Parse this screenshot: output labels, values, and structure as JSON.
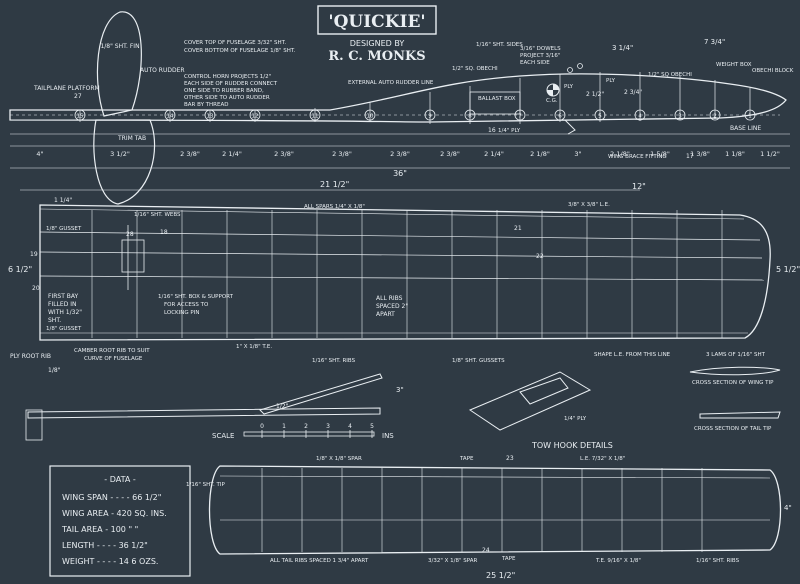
{
  "title": {
    "name": "'QUICKIE'",
    "designed_by": "DESIGNED BY",
    "designer": "R. C. MONKS"
  },
  "fuselage": {
    "fin": "1/8\" SHT. FIN",
    "auto_rudder": "AUTO RUDDER",
    "tailplane_platform": "TAILPLANE PLATFORM",
    "trim_tab": "TRIM TAB",
    "cover_note_1": "COVER TOP OF FUSELAGE 3/32\" SHT.",
    "cover_note_2": "COVER BOTTOM OF FUSELAGE 1/8\" SHT.",
    "horn_note_1": "CONTROL HORN PROJECTS 1/2\"",
    "horn_note_2": "EACH SIDE OF RUDDER CONNECT",
    "horn_note_3": "ONE SIDE TO RUBBER BAND,",
    "horn_note_4": "OTHER SIDE TO AUTO RUDDER",
    "horn_note_5": "BAR BY THREAD",
    "ext_rudder_line": "EXTERNAL AUTO RUDDER LINE",
    "sides": "1/16\" SHT. SIDES",
    "dowels_1": "3/16\" DOWELS",
    "dowels_2": "PROJECT 3/16\"",
    "dowels_3": "EACH SIDE",
    "sq_obechi": "1/2\" SQ. OBECHI",
    "ballast_box": "BALLAST BOX",
    "cg": "C.G.",
    "ply_1": "PLY",
    "ply_2": "PLY",
    "obechi_r": "1/2\" SQ OBECHI",
    "weight_box": "WEIGHT BOX",
    "obechi_block": "OBECHI BLOCK",
    "base_line": "BASE LINE",
    "ply_16": "16",
    "ply_16_label": "1/4\" PLY",
    "wing_brace": "WING BRACE FITTING",
    "wing_brace_num": "17",
    "platform_num": "27",
    "stations": [
      "15",
      "14",
      "13",
      "12",
      "11",
      "10",
      "9",
      "8",
      "7",
      "6",
      "5",
      "4",
      "3",
      "2",
      "1"
    ],
    "dims": [
      "4\"",
      "3 1/2\"",
      "2 3/8\"",
      "2 1/4\"",
      "2 3/8\"",
      "2 3/8\"",
      "2 3/8\"",
      "2 3/8\"",
      "2 1/4\"",
      "2 1/8\"",
      "3\"",
      "2 1/8\"",
      "1 5/8\"",
      "1 3/8\"",
      "1 1/8\"",
      "1 1/2\""
    ],
    "total_len": "36\"",
    "dim_3_4": "3 1/4\"",
    "dim_7_3_4": "7 3/4\"",
    "dim_2_1_2": "2 1/2\"",
    "dim_2_3_4": "2 3/4\""
  },
  "wing": {
    "half_span": "21 1/2\"",
    "tip_span": "12\"",
    "tip_dim": "1 1/4\"",
    "gusset": "1/8\" GUSSET",
    "webs": "1/16\" SHT. WEBS",
    "spars": "ALL SPARS 1/4\" X 1/8\"",
    "le": "3/8\" X 3/8\" L.E.",
    "first_bay_1": "FIRST BAY",
    "first_bay_2": "FILLED IN",
    "first_bay_3": "WITH 1/32\"",
    "first_bay_4": "SHT.",
    "gusset_b": "1/8\" GUSSET",
    "box_1": "1/16\" SHT. BOX & SUPPORT",
    "box_2": "FOR ACCESS TO",
    "box_3": "LOCKING PIN",
    "ribs_1": "ALL RIBS",
    "ribs_2": "SPACED 2\"",
    "ribs_3": "APART",
    "camber_1": "CAMBER ROOT RIB TO SUIT",
    "camber_2": "CURVE OF FUSELAGE",
    "te": "1\" X 1/8\" T.E.",
    "sht_ribs": "1/16\" SHT. RIBS",
    "sht_gussets": "1/8\" SHT. GUSSETS",
    "shape_le": "SHAPE L.E. FROM THIS LINE",
    "lams": "3 LAMS OF 1/16\" SHT",
    "cross_wing": "CROSS SECTION OF WING TIP",
    "cross_tail": "CROSS SECTION OF TAIL TIP",
    "ply_root": "PLY ROOT RIB",
    "root_dim": "6 1/2\"",
    "tip_chord": "5 1/2\"",
    "dim_1_8": "1/8\"",
    "num_19": "19",
    "num_20": "20",
    "num_18": "18",
    "num_28": "28",
    "num_21": "21",
    "num_22": "22"
  },
  "dihedral": {
    "rise": "3\"",
    "small": "1/2\""
  },
  "scale": {
    "label": "SCALE",
    "units": "INS",
    "ticks": [
      "0",
      "1",
      "2",
      "3",
      "4",
      "5"
    ]
  },
  "tow_hook": {
    "label": "TOW HOOK DETAILS",
    "ply": "1/4\" PLY"
  },
  "tail": {
    "spar_top": "1/8\" X 1/8\" SPAR",
    "tape_top": "TAPE",
    "le": "L.E. 7/32\" X 1/8\"",
    "tip": "1/16\" SHT. TIP",
    "chord": "4\"",
    "ribs": "ALL TAIL RIBS SPACED 1 3/4\" APART",
    "spar_bot": "3/32\" X 1/8\" SPAR",
    "tape_bot": "TAPE",
    "te": "T.E. 9/16\" X 1/8\"",
    "sht_ribs": "1/16\" SHT. RIBS",
    "span": "25 1/2\"",
    "num_23": "23",
    "num_24": "24"
  },
  "data_box": {
    "heading": "- DATA -",
    "rows": [
      "WING SPAN - - - - 66 1/2\"",
      "WING AREA - 420 SQ. INS.",
      "TAIL AREA - 100 \" \"",
      "LENGTH - - - - 36 1/2\"",
      "WEIGHT - - - - 14 6 OZS."
    ]
  }
}
